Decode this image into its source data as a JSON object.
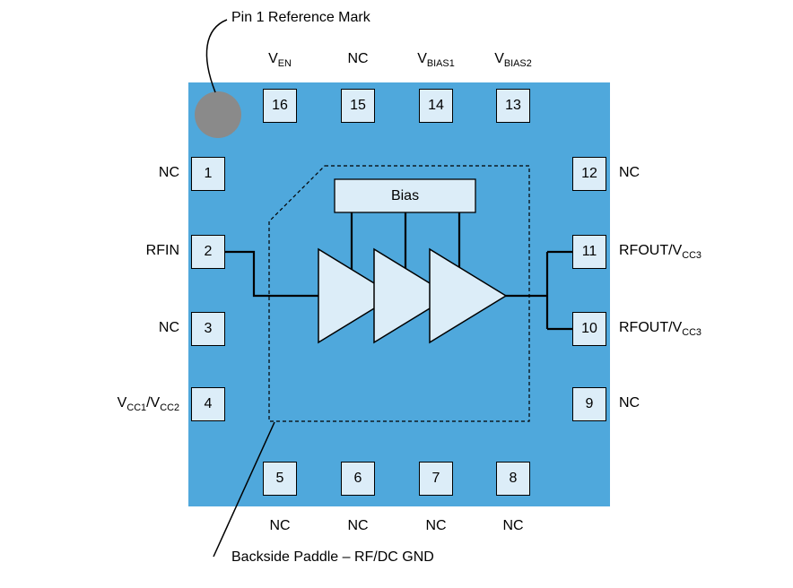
{
  "annotations": {
    "pin1_label": "Pin 1 Reference Mark",
    "paddle_label": "Backside Paddle – RF/DC GND"
  },
  "core": {
    "bias": "Bias"
  },
  "pins": {
    "top": [
      {
        "num": "16",
        "label": [
          {
            "t": "V"
          },
          {
            "t": "EN",
            "s": true
          }
        ]
      },
      {
        "num": "15",
        "label": [
          {
            "t": "NC"
          }
        ]
      },
      {
        "num": "14",
        "label": [
          {
            "t": "V"
          },
          {
            "t": "BIAS1",
            "s": true
          }
        ]
      },
      {
        "num": "13",
        "label": [
          {
            "t": "V"
          },
          {
            "t": "BIAS2",
            "s": true
          }
        ]
      }
    ],
    "left": [
      {
        "num": "1",
        "label": [
          {
            "t": "NC"
          }
        ]
      },
      {
        "num": "2",
        "label": [
          {
            "t": "RFIN"
          }
        ]
      },
      {
        "num": "3",
        "label": [
          {
            "t": "NC"
          }
        ]
      },
      {
        "num": "4",
        "label": [
          {
            "t": "V"
          },
          {
            "t": "CC1",
            "s": true
          },
          {
            "t": "/V"
          },
          {
            "t": "CC2",
            "s": true
          }
        ]
      }
    ],
    "right": [
      {
        "num": "12",
        "label": [
          {
            "t": "NC"
          }
        ]
      },
      {
        "num": "11",
        "label": [
          {
            "t": "RFOUT/V"
          },
          {
            "t": "CC3",
            "s": true
          }
        ]
      },
      {
        "num": "10",
        "label": [
          {
            "t": "RFOUT/V"
          },
          {
            "t": "CC3",
            "s": true
          }
        ]
      },
      {
        "num": "9",
        "label": [
          {
            "t": "NC"
          }
        ]
      }
    ],
    "bottom": [
      {
        "num": "5",
        "label": [
          {
            "t": "NC"
          }
        ]
      },
      {
        "num": "6",
        "label": [
          {
            "t": "NC"
          }
        ]
      },
      {
        "num": "7",
        "label": [
          {
            "t": "NC"
          }
        ]
      },
      {
        "num": "8",
        "label": [
          {
            "t": "NC"
          }
        ]
      }
    ]
  },
  "colors": {
    "package": "#4FA8DC",
    "pin_fill": "#DCEDF8",
    "pin1_mark": "#8A8A8A"
  }
}
